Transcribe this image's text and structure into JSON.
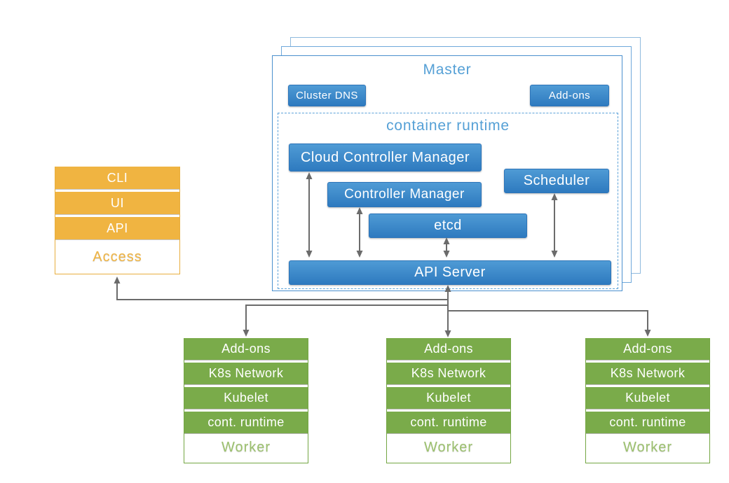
{
  "master": {
    "title": "Master",
    "badges": {
      "cluster_dns": "Cluster DNS",
      "addons": "Add-ons"
    },
    "runtime": {
      "title": "container runtime",
      "cloud_controller_manager": "Cloud Controller Manager",
      "controller_manager": "Controller Manager",
      "scheduler": "Scheduler",
      "etcd": "etcd",
      "api_server": "API Server"
    }
  },
  "access": {
    "title": "Access",
    "items": [
      "CLI",
      "UI",
      "API"
    ]
  },
  "workers": [
    {
      "title": "Worker",
      "items": [
        "Add-ons",
        "K8s Network",
        "Kubelet",
        "cont. runtime"
      ]
    },
    {
      "title": "Worker",
      "items": [
        "Add-ons",
        "K8s Network",
        "Kubelet",
        "cont. runtime"
      ]
    },
    {
      "title": "Worker",
      "items": [
        "Add-ons",
        "K8s Network",
        "Kubelet",
        "cont. runtime"
      ]
    }
  ],
  "colors": {
    "blue_box_top": "#4f9bd5",
    "blue_box_bottom": "#2e7abf",
    "blue_border": "#4a90ce",
    "blue_title_text": "#55a0d6",
    "orange_box": "#f0b441",
    "orange_title_text": "#f0b441",
    "green_box": "#7aab4a",
    "green_border": "#74a643",
    "green_title_text": "#9cc16e",
    "arrow_gray": "#6b6b6b"
  }
}
